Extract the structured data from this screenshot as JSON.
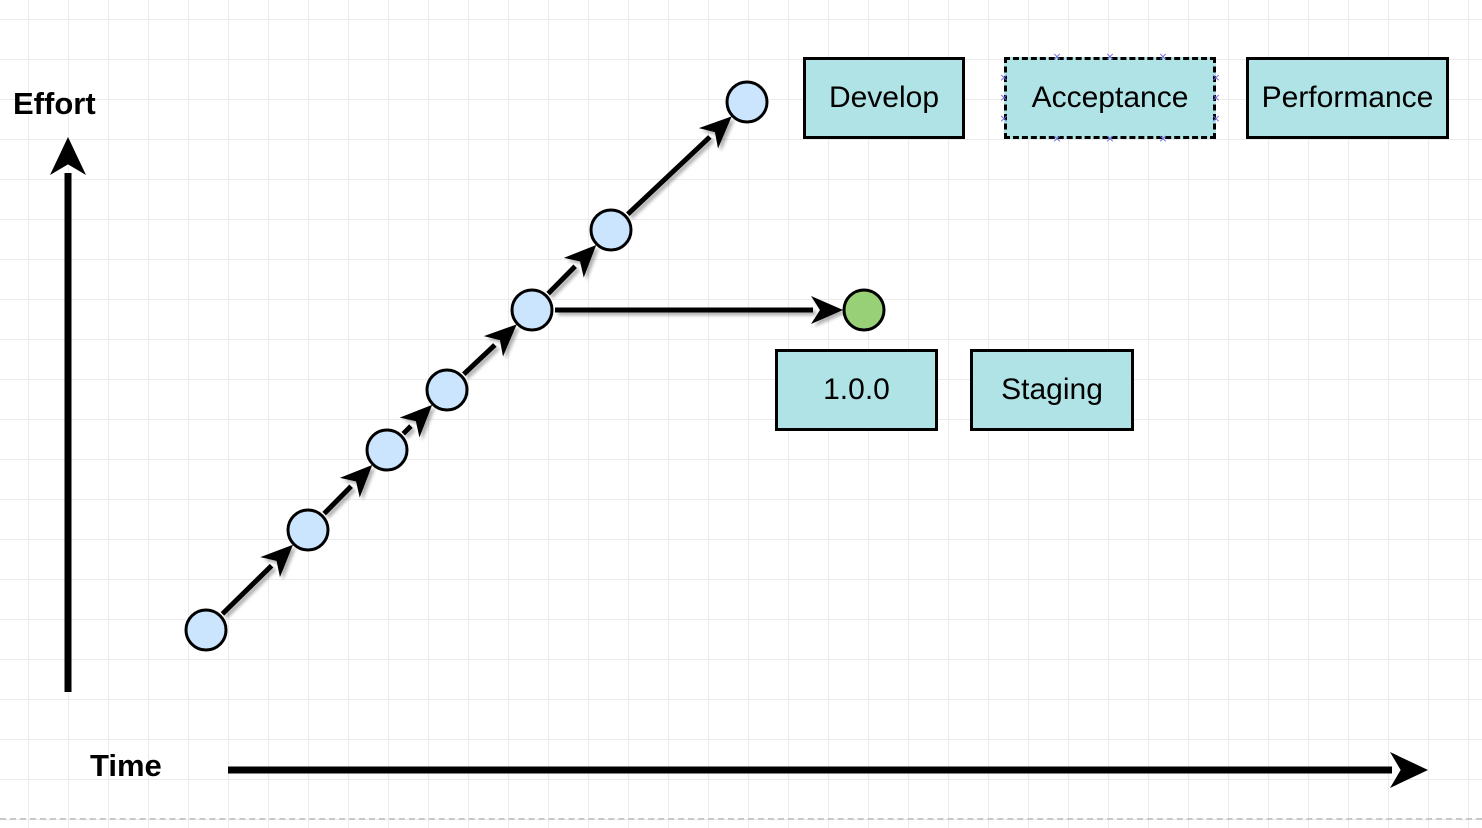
{
  "axes": {
    "y_label": "Effort",
    "x_label": "Time"
  },
  "commit_nodes": [
    {
      "id": "c1",
      "color": "#cce5ff"
    },
    {
      "id": "c2",
      "color": "#cce5ff"
    },
    {
      "id": "c3",
      "color": "#cce5ff"
    },
    {
      "id": "c4",
      "color": "#cce5ff"
    },
    {
      "id": "c5",
      "color": "#cce5ff"
    },
    {
      "id": "c6",
      "color": "#cce5ff"
    },
    {
      "id": "c7",
      "color": "#cce5ff"
    }
  ],
  "release_node": {
    "id": "r1",
    "color": "#97d077"
  },
  "edges": [
    {
      "from": "c1",
      "to": "c2"
    },
    {
      "from": "c2",
      "to": "c3"
    },
    {
      "from": "c3",
      "to": "c4"
    },
    {
      "from": "c4",
      "to": "c5"
    },
    {
      "from": "c5",
      "to": "c6"
    },
    {
      "from": "c6",
      "to": "c7"
    },
    {
      "from": "c5",
      "to": "r1"
    }
  ],
  "environments": {
    "develop": "Develop",
    "acceptance": "Acceptance",
    "performance": "Performance",
    "release": "1.0.0",
    "staging": "Staging"
  },
  "colors": {
    "box_fill": "#b0e3e6",
    "node_fill": "#cce5ff",
    "release_fill": "#97d077",
    "stroke": "#000000",
    "selection_handle": "#6a6ae0",
    "grid": "#ebebeb"
  },
  "selected_box": "acceptance"
}
